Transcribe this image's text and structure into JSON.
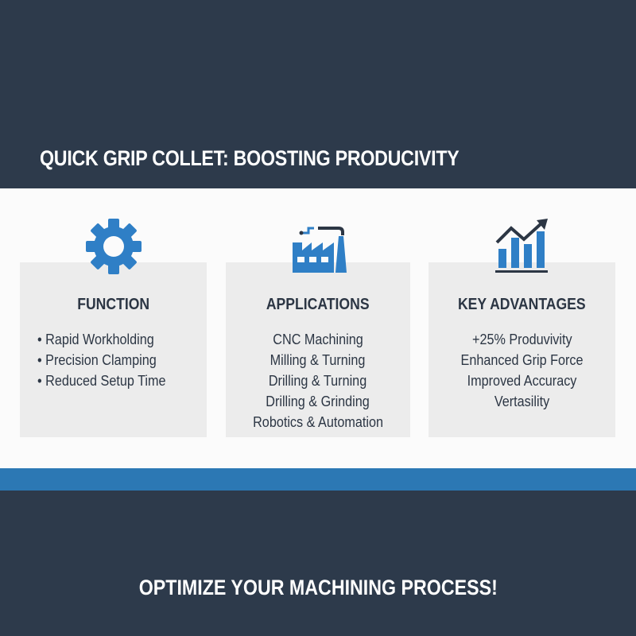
{
  "header": {
    "title": "QUICK GRIP COLLET: BOOSTING PRODUCIVITY"
  },
  "cards": [
    {
      "icon": "gear-icon",
      "title": "FUNCTION",
      "items": [
        "• Rapid Workholding",
        "• Precision Clamping",
        "• Reduced Setup Time"
      ]
    },
    {
      "icon": "factory-icon",
      "title": "APPLICATIONS",
      "items": [
        "CNC Machining",
        "Milling & Turning",
        "Drilling & Turning",
        "Drilling & Grinding",
        "Robotics & Automation"
      ]
    },
    {
      "icon": "growth-chart-icon",
      "title": "KEY ADVANTAGES",
      "items": [
        "+25% Produvivity",
        "Enhanced Grip Force",
        "Improved Accuracy",
        "Vertasility"
      ]
    }
  ],
  "footer": {
    "cta": "OPTIMIZE YOUR MACHINING PROCESS!"
  },
  "colors": {
    "navy": "#2d3a4b",
    "accent_blue": "#2c78b4",
    "card_bg": "#ececec",
    "text_dark": "#2c3644"
  }
}
